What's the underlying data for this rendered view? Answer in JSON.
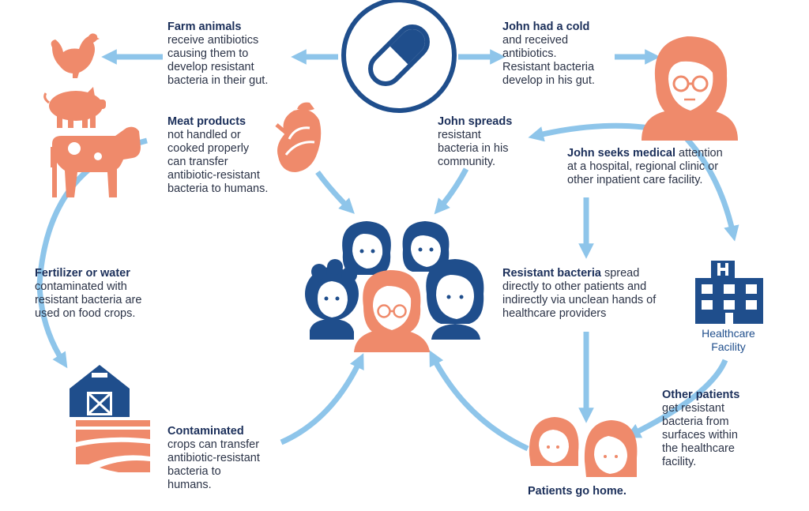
{
  "colors": {
    "navy": "#1f4e8c",
    "salmon": "#ef8a6b",
    "arrow": "#8ec5ea",
    "text": "#2b3347"
  },
  "icons": [
    "pill-icon",
    "chicken-icon",
    "pig-icon",
    "cow-icon",
    "meat-icon",
    "person-with-glasses-icon",
    "community-group-icon",
    "barn-field-icon",
    "hospital-icon",
    "patients-icon"
  ],
  "captions": {
    "farm": {
      "title": "Farm animals",
      "lines": [
        "receive antibiotics",
        "causing them to",
        "develop resistant",
        "bacteria in their gut."
      ]
    },
    "john_cold": {
      "title": "John had a cold",
      "lines": [
        "and received",
        "antibiotics.",
        "Resistant bacteria",
        "develop in his gut."
      ]
    },
    "meat": {
      "title": "Meat products",
      "lines": [
        "not handled or",
        "cooked properly",
        "can transfer",
        "antibiotic-resistant",
        "bacteria to humans."
      ]
    },
    "john_spreads": {
      "title": "John spreads",
      "lines": [
        "resistant",
        "bacteria in his",
        "community."
      ]
    },
    "john_seeks": {
      "title": "John seeks medical",
      "title_rest": " attention",
      "lines": [
        "at a hospital, regional clinic or",
        "other inpatient care facility."
      ]
    },
    "fertilizer": {
      "title": "Fertilizer or water",
      "lines": [
        "contaminated with",
        "resistant bacteria are",
        "used on food crops."
      ]
    },
    "resistant": {
      "title": "Resistant bacteria",
      "title_rest": " spread",
      "lines": [
        "directly to other patients and",
        "indirectly via unclean hands of",
        "healthcare providers"
      ]
    },
    "healthcare": {
      "lines": [
        "Healthcare",
        "Facility"
      ]
    },
    "other_patients": {
      "title": "Other patients",
      "lines": [
        "get resistant",
        "bacteria from",
        "surfaces within",
        "the healthcare",
        "facility."
      ]
    },
    "contaminated": {
      "title": "Contaminated",
      "lines": [
        "crops can transfer",
        "antibiotic-resistant",
        "bacteria to",
        "humans."
      ]
    },
    "patients_home": {
      "title": "Patients go home."
    }
  }
}
